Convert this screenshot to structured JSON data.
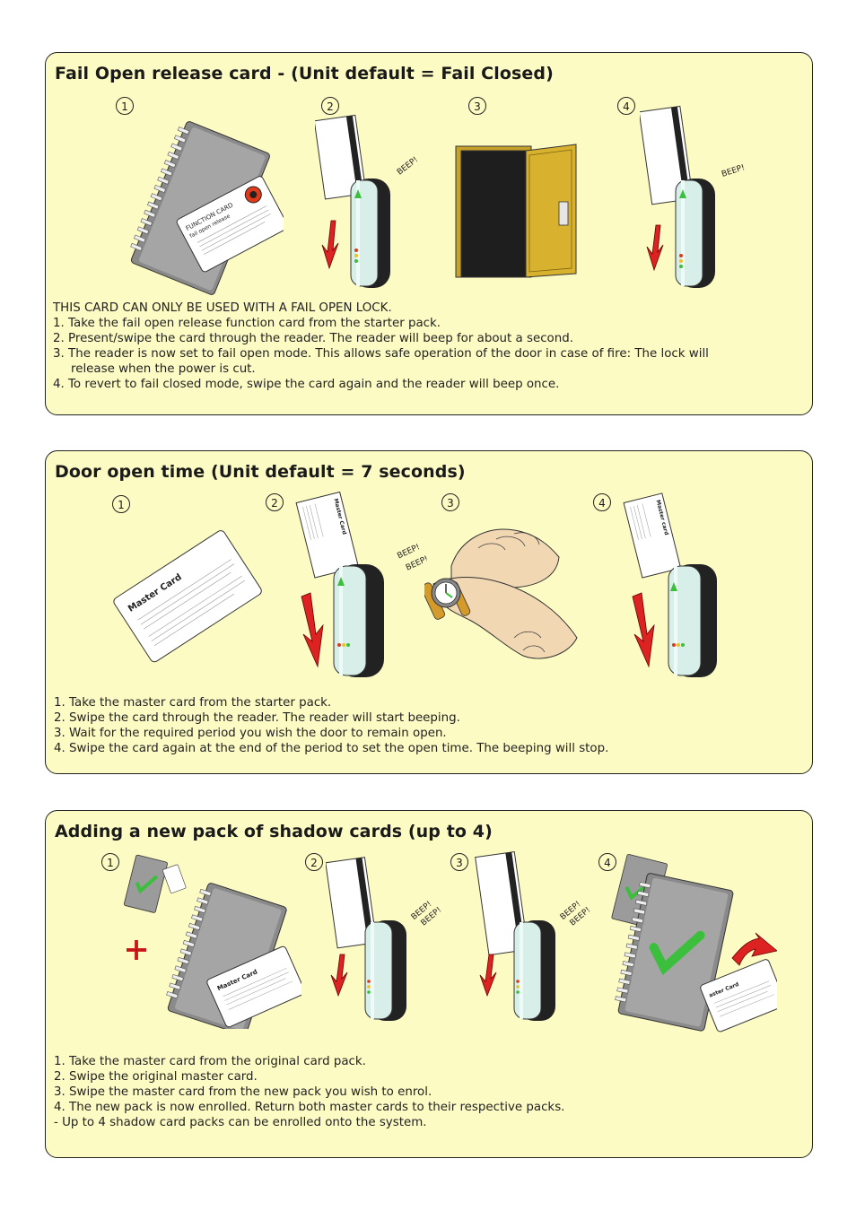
{
  "sections": [
    {
      "title": "Fail Open release card -  (Unit default = Fail Closed)",
      "steps": [
        "1",
        "2",
        "3",
        "4"
      ],
      "beep": [
        "BEEP!",
        "BEEP!"
      ],
      "card_title": "FUNCTION CARD",
      "card_subtitle": "fail open release",
      "lines": [
        "THIS CARD CAN ONLY BE USED WITH A FAIL OPEN LOCK.",
        "1. Take the fail open release function card from the starter pack.",
        "2. Present/swipe the card through the reader. The reader will beep for about a second.",
        "3. The reader is now set to fail open mode. This allows safe operation of the door in case of fire: The lock will",
        "release when the power is cut.",
        "4. To revert to fail closed mode, swipe the card again and the reader will beep once."
      ]
    },
    {
      "title": "Door open time  (Unit default = 7 seconds)",
      "steps": [
        "1",
        "2",
        "3",
        "4"
      ],
      "beep": [
        "BEEP!",
        "BEEP!"
      ],
      "card_title": "Master Card",
      "card_title_small": "Master card",
      "lines": [
        "1. Take the master card from the starter pack.",
        "2. Swipe the card through the reader. The reader will start beeping.",
        "3. Wait for the required period you wish the door to remain open.",
        "4. Swipe the card again at the end of the period to set the open time. The beeping will stop."
      ]
    },
    {
      "title": "Adding a new pack of shadow cards (up to 4)",
      "steps": [
        "1",
        "2",
        "3",
        "4"
      ],
      "beep": [
        "BEEP!",
        "BEEP!"
      ],
      "card_title": "Master Card",
      "card_title_small": "aster Card",
      "lines": [
        "1. Take the master card from the original card pack.",
        "2. Swipe the original master card.",
        "3. Swipe the master card from the new pack you wish to enrol.",
        "4. The new pack is now enrolled. Return both master cards to their respective packs.",
        "-  Up to 4 shadow card packs can be enrolled onto the system."
      ]
    }
  ]
}
